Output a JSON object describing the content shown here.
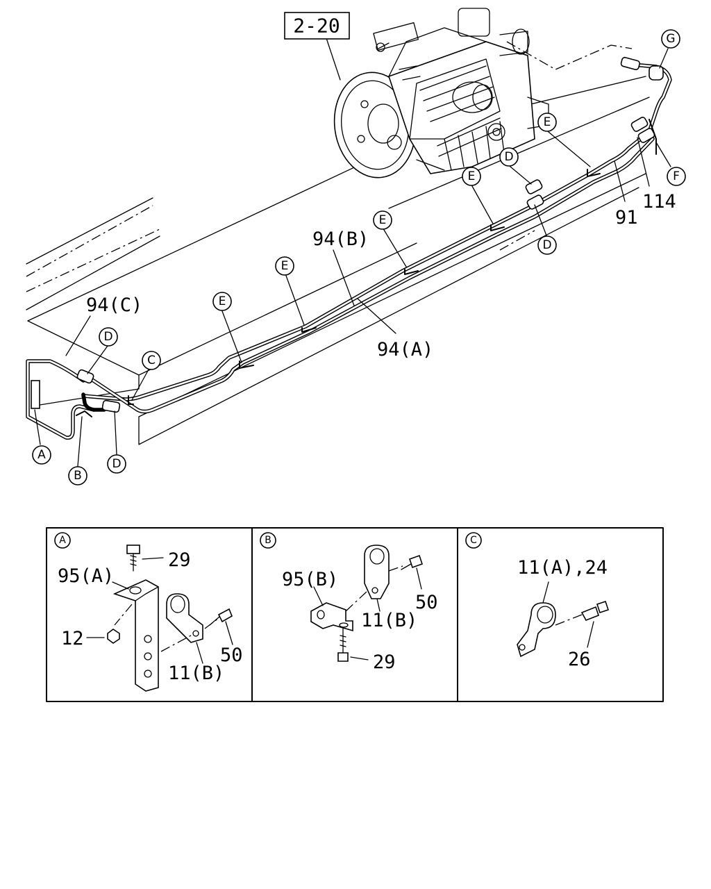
{
  "reference_box": "2-20",
  "callouts": {
    "A": "A",
    "B": "B",
    "C": "C",
    "D": "D",
    "E": "E",
    "F": "F",
    "G": "G"
  },
  "part_labels": {
    "p94a": "94(A)",
    "p94b": "94(B)",
    "p94c": "94(C)",
    "p91": "91",
    "p114": "114"
  },
  "detail_panels": [
    {
      "header": "A",
      "labels": {
        "p29": "29",
        "p95a": "95(A)",
        "p12": "12",
        "p50": "50",
        "p11b": "11(B)"
      }
    },
    {
      "header": "B",
      "labels": {
        "p95b": "95(B)",
        "p50": "50",
        "p11b": "11(B)",
        "p29": "29"
      }
    },
    {
      "header": "C",
      "labels": {
        "p11a24": "11(A),24",
        "p26": "26"
      }
    }
  ]
}
